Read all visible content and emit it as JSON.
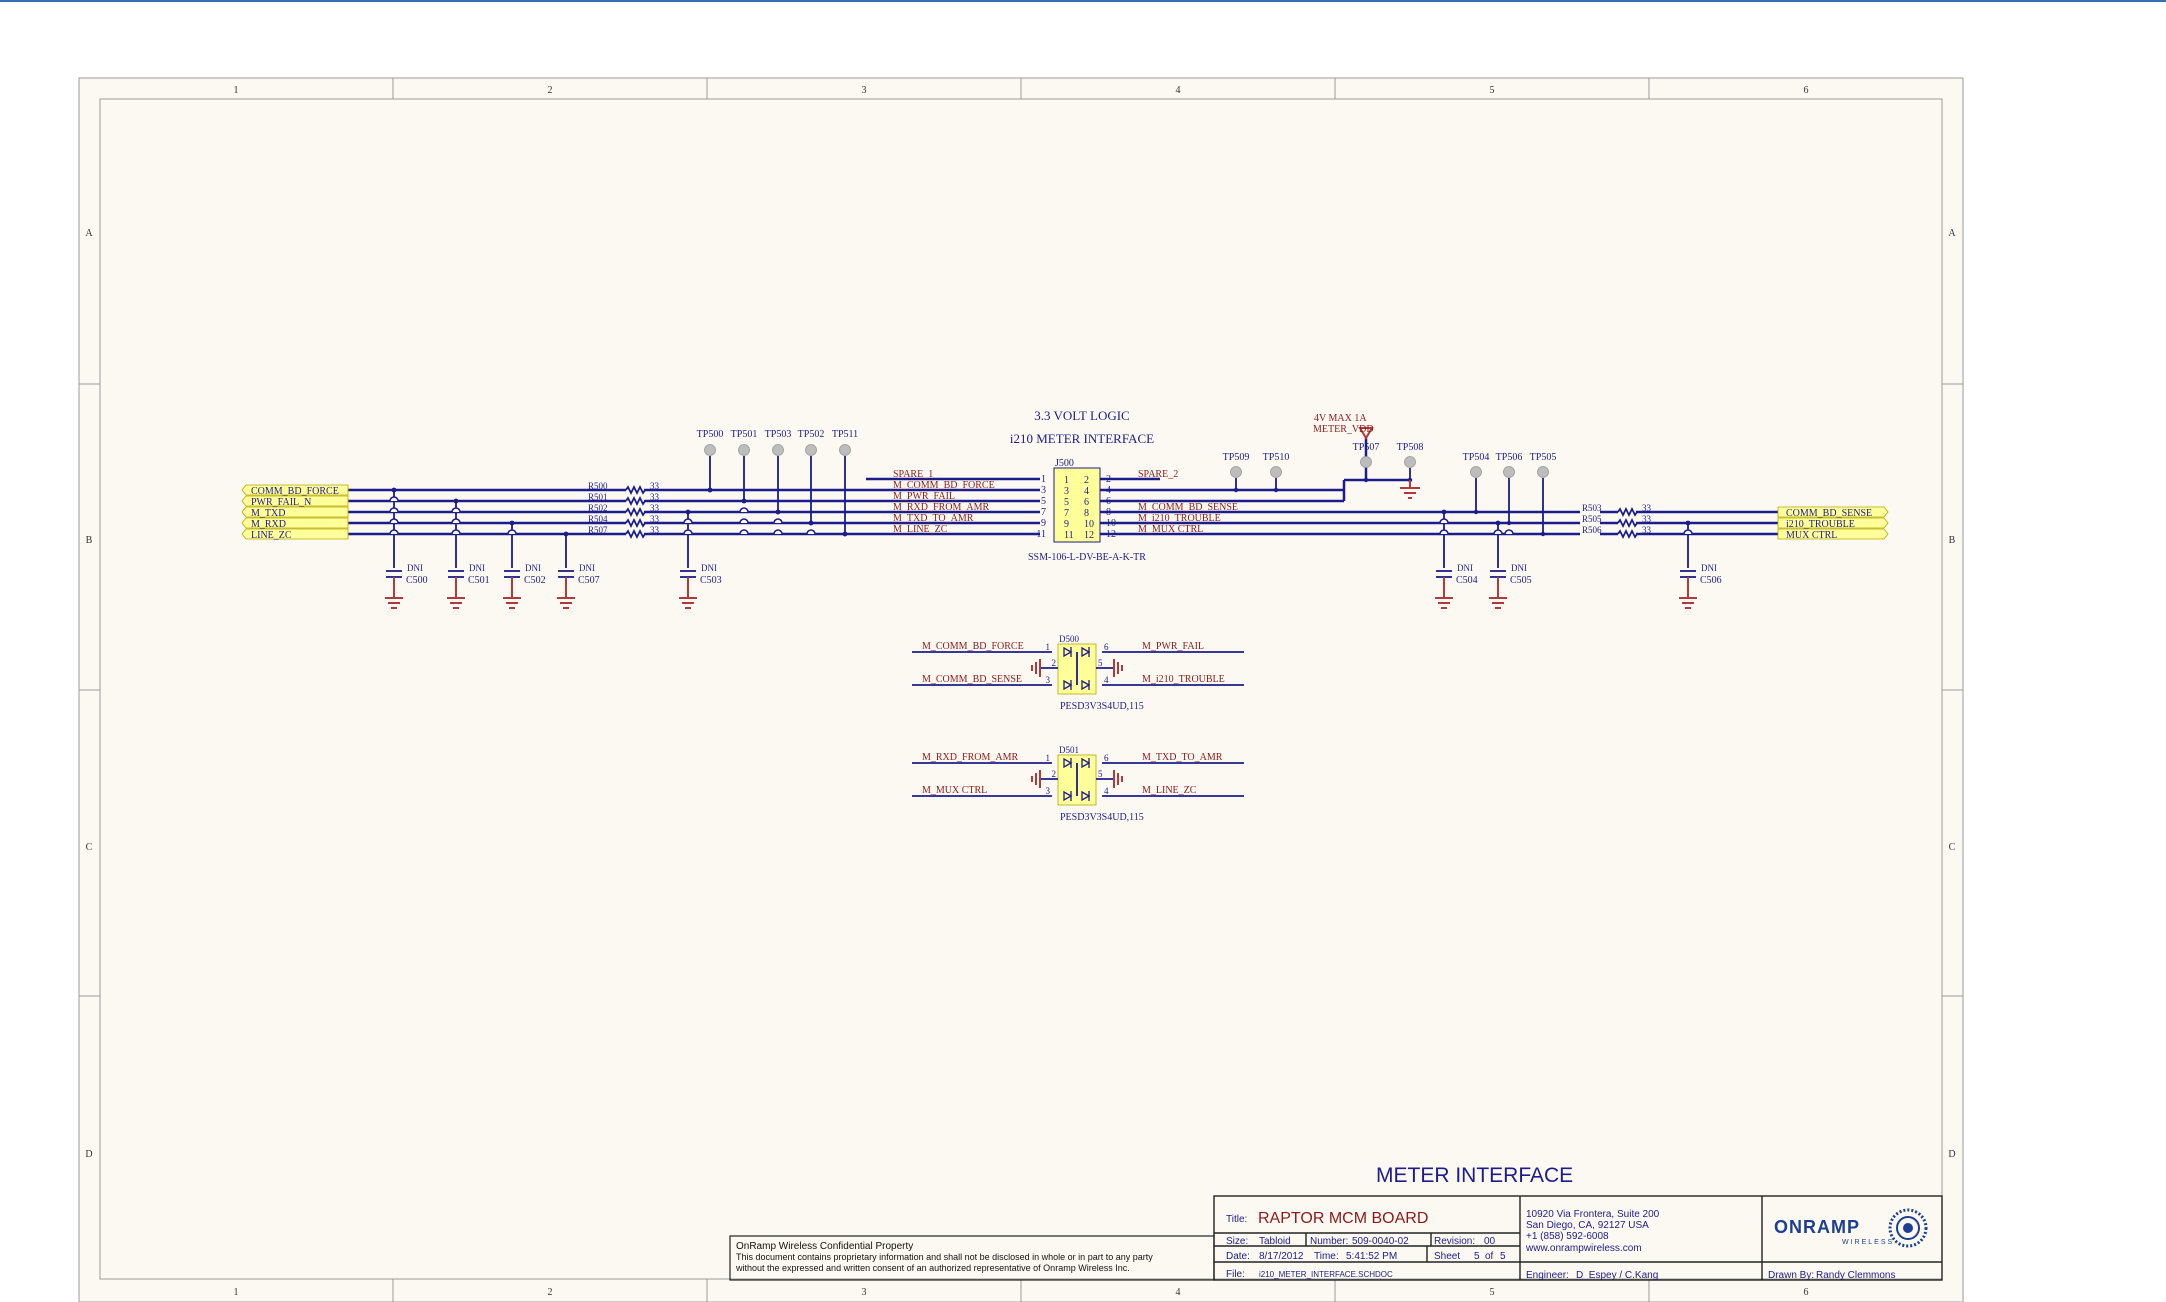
{
  "colors": {
    "sheet": "#fcf9f2",
    "wire": "#1c1c8a",
    "net": "#8b1a1a",
    "port": "#ffff99",
    "gnd": "#b33a3a",
    "testpoint": "#bdbdbd",
    "border": "#9a9a9a"
  },
  "frame": {
    "cols": [
      "1",
      "2",
      "3",
      "4",
      "5",
      "6"
    ],
    "rows": [
      "A",
      "B",
      "C",
      "D"
    ]
  },
  "labels": {
    "logic": "3.3 VOLT LOGIC",
    "iface": "i210 METER INTERFACE",
    "supply_note": "4V MAX 1A",
    "supply_net": "METER_VDD"
  },
  "connector": {
    "ref": "J500",
    "part": "SSM-106-L-DV-BE-A-K-TR",
    "left_nets": [
      "SPARE_1",
      "M_COMM_BD_FORCE",
      "M_PWR_FAIL",
      "M_RXD_FROM_AMR",
      "M_TXD_TO_AMR",
      "M_LINE_ZC"
    ],
    "right_nets": [
      "SPARE_2",
      "",
      "",
      "M_COMM_BD_SENSE",
      "M_i210_TROUBLE",
      "M_MUX CTRL"
    ],
    "odd_pins": [
      "1",
      "3",
      "5",
      "7",
      "9",
      "11"
    ],
    "even_pins": [
      "2",
      "4",
      "6",
      "8",
      "10",
      "12"
    ]
  },
  "left_ports": [
    "COMM_BD_FORCE",
    "PWR_FAIL_N",
    "M_TXD",
    "M_RXD",
    "LINE_ZC"
  ],
  "right_ports": [
    "COMM_BD_SENSE",
    "i210_TROUBLE",
    "MUX CTRL"
  ],
  "left_resistors": [
    {
      "ref": "R500",
      "value": "33"
    },
    {
      "ref": "R501",
      "value": "33"
    },
    {
      "ref": "R502",
      "value": "33"
    },
    {
      "ref": "R504",
      "value": "33"
    },
    {
      "ref": "R507",
      "value": "33"
    }
  ],
  "right_resistors": [
    {
      "ref": "R503",
      "value": "33"
    },
    {
      "ref": "R505",
      "value": "33"
    },
    {
      "ref": "R506",
      "value": "33"
    }
  ],
  "testpoints_left": [
    "TP500",
    "TP501",
    "TP503",
    "TP502",
    "TP511"
  ],
  "testpoints_mid": [
    "TP509",
    "TP510",
    "TP507",
    "TP508"
  ],
  "testpoints_right": [
    "TP504",
    "TP506",
    "TP505"
  ],
  "caps": [
    {
      "dni": "DNI",
      "ref": "C500"
    },
    {
      "dni": "DNI",
      "ref": "C501"
    },
    {
      "dni": "DNI",
      "ref": "C502"
    },
    {
      "dni": "DNI",
      "ref": "C507"
    },
    {
      "dni": "DNI",
      "ref": "C503"
    },
    {
      "dni": "DNI",
      "ref": "C504"
    },
    {
      "dni": "DNI",
      "ref": "C505"
    },
    {
      "dni": "DNI",
      "ref": "C506"
    }
  ],
  "tvs": [
    {
      "ref": "D500",
      "part": "PESD3V3S4UD,115",
      "l1": "M_COMM_BD_FORCE",
      "l3": "M_COMM_BD_SENSE",
      "r6": "M_PWR_FAIL",
      "r4": "M_i210_TROUBLE"
    },
    {
      "ref": "D501",
      "part": "PESD3V3S4UD,115",
      "l1": "M_RXD_FROM_AMR",
      "l3": "M_MUX CTRL",
      "r6": "M_TXD_TO_AMR",
      "r4": "M_LINE_ZC"
    }
  ],
  "tvs_pins": [
    "1",
    "2",
    "3",
    "6",
    "5",
    "4"
  ],
  "title_block": {
    "sheet_title": "METER INTERFACE",
    "title_label": "Title:",
    "title": "RAPTOR MCM BOARD",
    "size_label": "Size:",
    "size": "Tabloid",
    "number_label": "Number:",
    "number": "509-0040-02",
    "revision_label": "Revision:",
    "revision": "00",
    "date_label": "Date:",
    "date": "8/17/2012",
    "time_label": "Time:",
    "time": "5:41:52 PM",
    "sheet_label": "Sheet",
    "sheet_no": "5",
    "of_label": "of",
    "sheet_total": "5",
    "file_label": "File:",
    "file": "i210_METER_INTERFACE.SCHDOC",
    "address": [
      "10920 Via Frontera, Suite 200",
      "San Diego, CA, 92127 USA",
      "+1 (858) 592-6008",
      "www.onrampwireless.com"
    ],
    "engineer_label": "Engineer:",
    "engineer": "D_Espey / C.Kang",
    "drawn_label": "Drawn By:",
    "drawn": "Randy Clemmons",
    "logo_main": "ONRAMP",
    "logo_sub": "WIRELESS",
    "confidential": [
      "OnRamp Wireless Confidential Property",
      "This document contains proprietary information and shall not be disclosed in whole or in part to any party",
      "without the expressed and written consent of an authorized representative of Onramp Wireless Inc."
    ]
  }
}
